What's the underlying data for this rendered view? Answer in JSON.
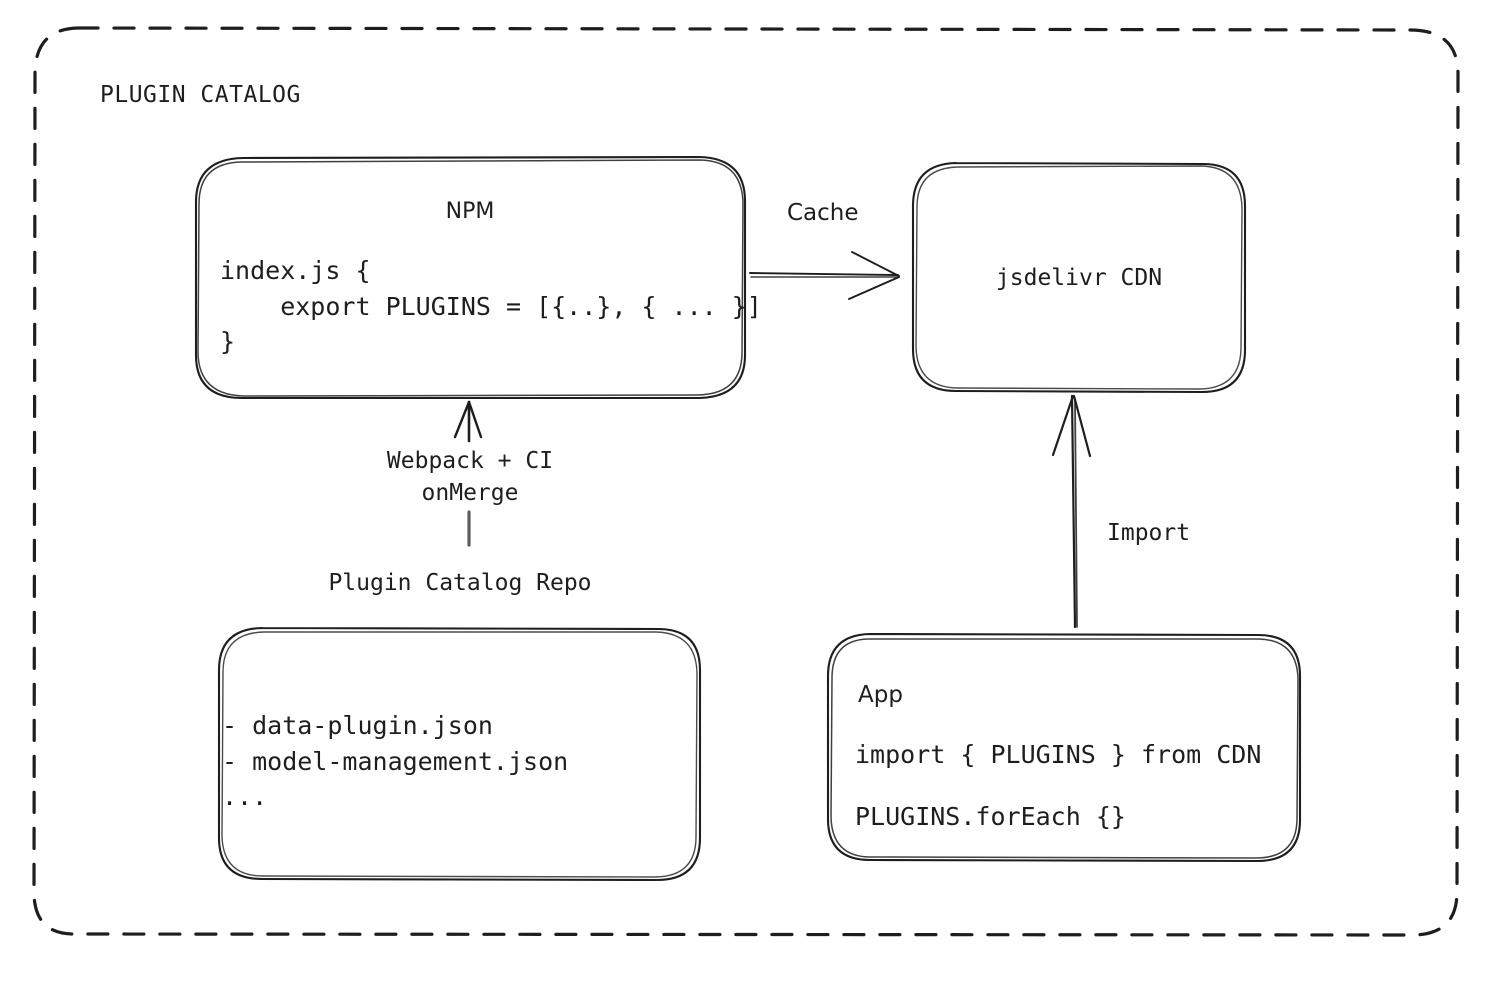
{
  "diagram": {
    "title": "PLUGIN CATALOG",
    "stroke_color": "#1e1e1e",
    "background_color": "#ffffff"
  },
  "nodes": {
    "npm": {
      "title": "NPM",
      "code": "index.js {\n    export PLUGINS = [{..}, { ... }]\n}"
    },
    "cdn": {
      "title": "jsdelivr CDN"
    },
    "repo": {
      "label": "Plugin Catalog Repo",
      "items": "- data-plugin.json\n- model-management.json\n..."
    },
    "app": {
      "title": "App",
      "line1": "import { PLUGINS } from CDN",
      "line2": "PLUGINS.forEach {}"
    }
  },
  "edges": {
    "cache": "Cache",
    "webpack": "Webpack + CI\nonMerge",
    "import": "Import"
  }
}
